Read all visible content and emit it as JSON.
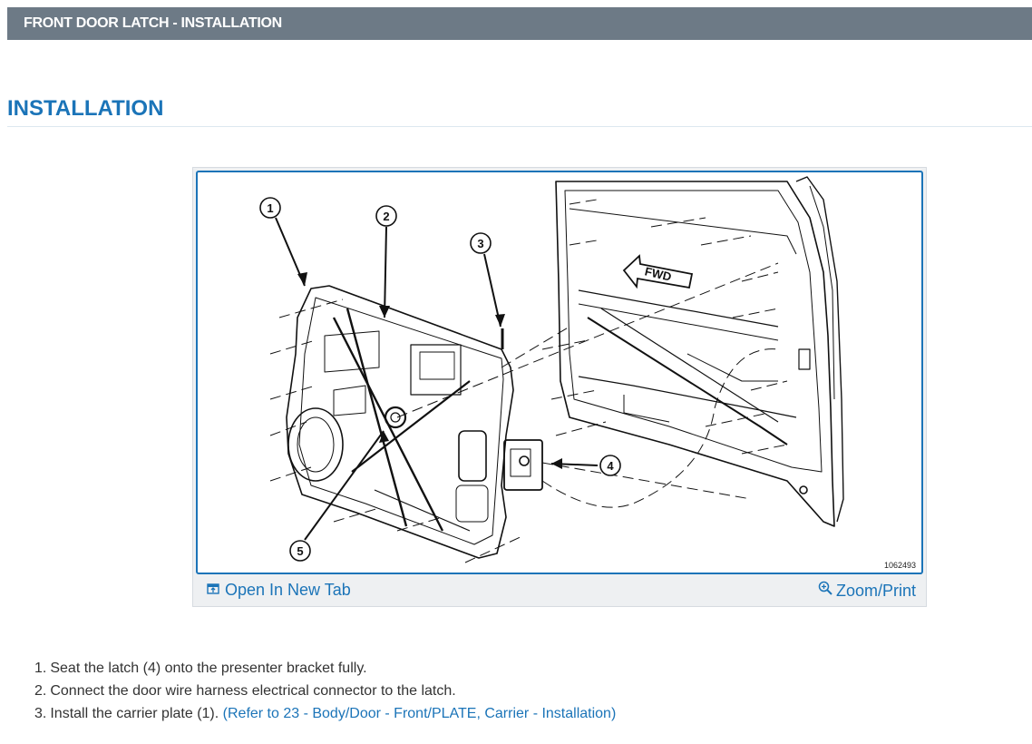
{
  "header": {
    "title": "FRONT DOOR LATCH - INSTALLATION"
  },
  "section": {
    "title": "INSTALLATION"
  },
  "figure": {
    "figure_number": "1062493",
    "callouts": [
      "1",
      "2",
      "3",
      "4",
      "5"
    ],
    "arrow_label": "FWD",
    "open_tab_label": "Open In New Tab",
    "zoom_print_label": "Zoom/Print",
    "icons": [
      "open-new-tab-icon",
      "zoom-icon"
    ]
  },
  "steps": [
    {
      "number": "1.",
      "text": "Seat the latch (4) onto the presenter bracket fully.",
      "link": ""
    },
    {
      "number": "2.",
      "text": "Connect the door wire harness electrical connector to the latch.",
      "link": ""
    },
    {
      "number": "3.",
      "text": "Install the carrier plate (1).",
      "link": "(Refer to 23 - Body/Door - Front/PLATE, Carrier - Installation)"
    }
  ],
  "colors": {
    "header_bg": "#6d7a86",
    "accent": "#1b74b8",
    "body_text": "#333333"
  }
}
